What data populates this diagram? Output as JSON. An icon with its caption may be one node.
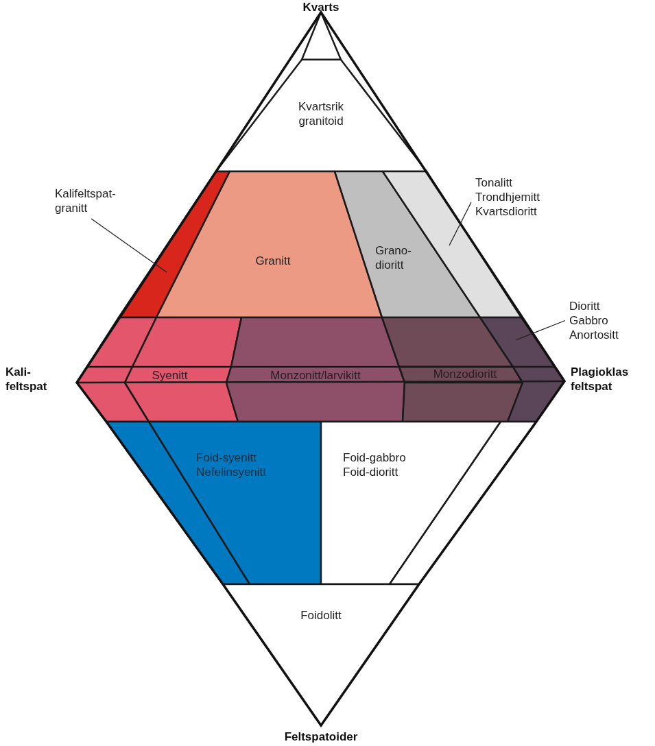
{
  "diagram": {
    "nodes": [
      {
        "text": [
          "Kvartsrik granitoid"
        ]
      },
      {
        "text": [
          "Kalifeltspat-granitt"
        ]
      },
      {
        "text": [],
        "shape": "box"
      },
      {
        "text": [
          "Granitt"
        ]
      },
      {
        "text": [
          "Grano-dioritt"
        ]
      },
      {
        "text": [
          "Tonalitt",
          "Trondhjemitt",
          "Kvartsdioritt"
        ]
      },
      {
        "text": [],
        "shape": "box"
      },
      {
        "text": [
          "Syenitt"
        ]
      },
      {
        "text": [
          "Monzonitt/larvikitt"
        ]
      },
      {
        "text": [
          "Monzodioritt"
        ]
      },
      {
        "text": [
          "Dioritt",
          "Gabbro",
          "Anortositt"
        ]
      },
      {
        "text": [],
        "shape": "box"
      },
      {
        "text": [
          "Foid-syenitt",
          "Nefelinsyenitt"
        ]
      },
      {
        "text": [
          "Foid-gabbro",
          "Foid-dioritt"
        ]
      },
      {
        "text": [
          "Foidolitt"
        ]
      }
    ],
    "edges": [
      {
        "from": 1,
        "to": 2,
        "arrow": "none"
      },
      {
        "from": 5,
        "to": 6,
        "arrow": "none"
      },
      {
        "from": 10,
        "to": 11,
        "arrow": "none"
      }
    ],
    "labels": [
      "Kvarts",
      "Kali-feltspat",
      "Plagioklas feltspat",
      "Feltspatoider"
    ]
  }
}
